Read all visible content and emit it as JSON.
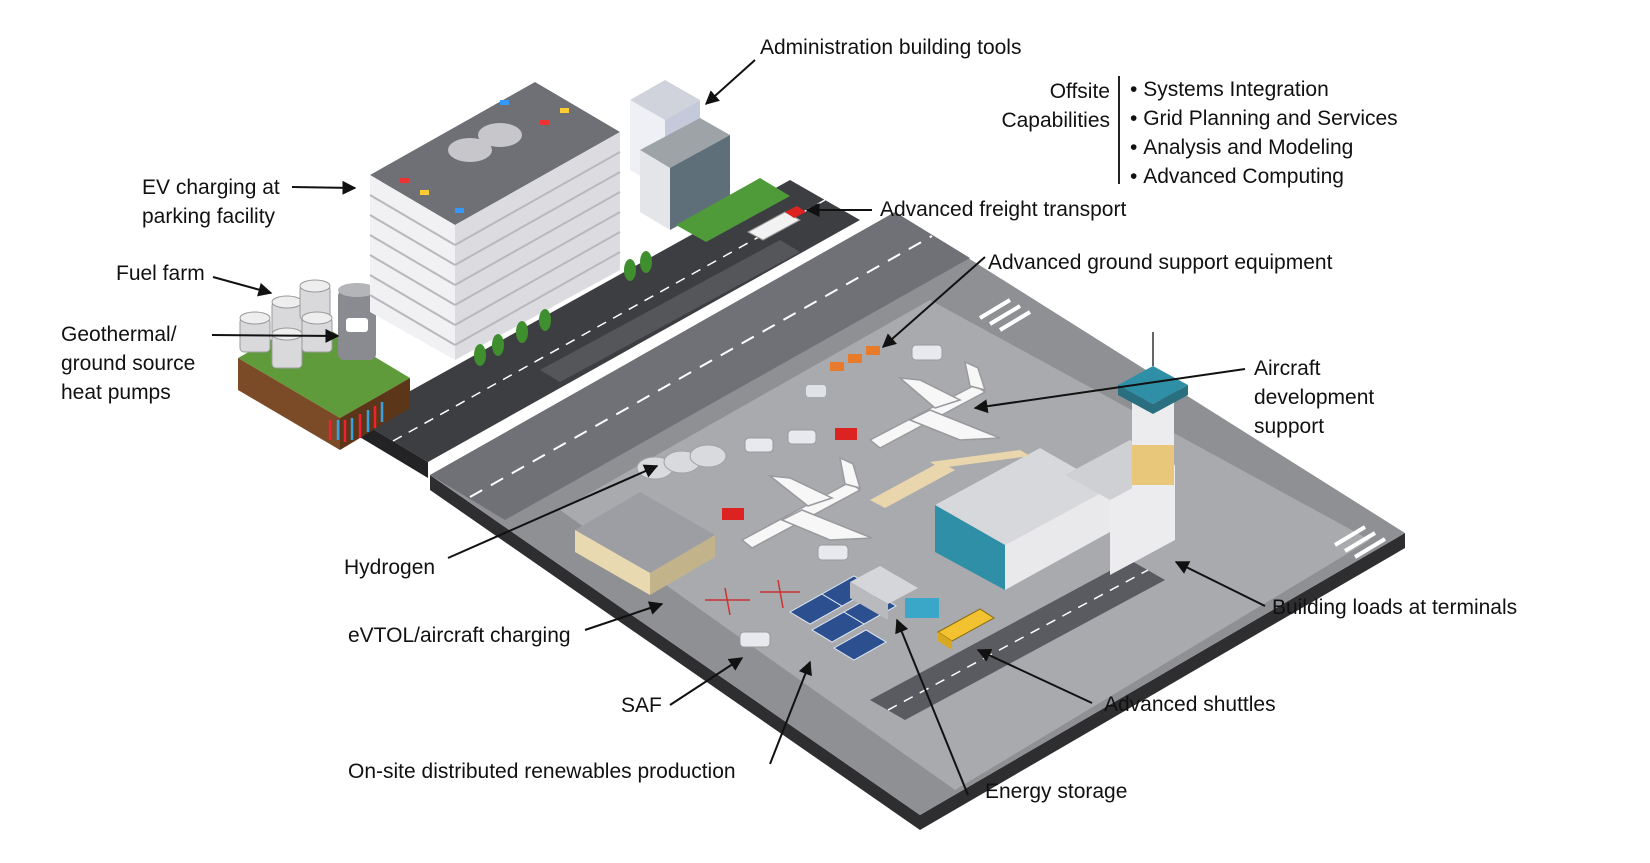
{
  "labels": {
    "admin_tools": "Administration building tools",
    "ev_charging": "EV charging at parking facility",
    "fuel_farm": "Fuel farm",
    "geothermal": "Geothermal/ ground source heat pumps",
    "freight": "Advanced freight transport",
    "ground_support": "Advanced ground support equipment",
    "aircraft_dev": "Aircraft development support",
    "hydrogen": "Hydrogen",
    "evtol": "eVTOL/aircraft charging",
    "saf": "SAF",
    "renewables": "On-site distributed renewables production",
    "energy_storage": "Energy storage",
    "shuttles": "Advanced shuttles",
    "building_loads": "Building loads at terminals"
  },
  "offsite": {
    "heading": "Offsite Capabilities",
    "items": [
      "Systems Integration",
      "Grid Planning and Services",
      "Analysis and Modeling",
      "Advanced Computing"
    ]
  },
  "colors": {
    "slab_top": "#8f9094",
    "slab_side": "#3a3a3d",
    "road": "#3d3e42",
    "apron": "#a9aaad",
    "runway": "#707176",
    "grass": "#5f9b3a",
    "soil": "#7a4b26",
    "glass": "#2f8fa6",
    "building": "#e9e9ec",
    "solar": "#2b4f8f",
    "arrow": "#111111"
  }
}
